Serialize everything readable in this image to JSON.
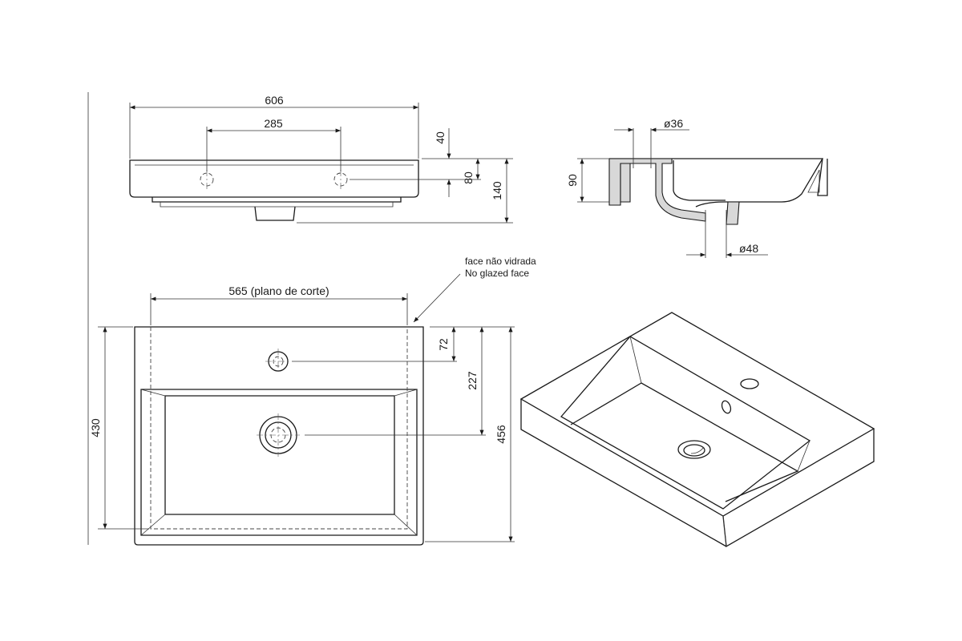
{
  "front_view": {
    "width_dim": "606",
    "holes_dim": "285",
    "rim_dim": "40",
    "hole_height_dim": "80",
    "height_dim": "140"
  },
  "section_view": {
    "overflow_diameter": "ø36",
    "height_dim": "90",
    "waste_diameter": "ø48"
  },
  "plan_view": {
    "cut_width_dim": "565 (plano de corte)",
    "depth_cut_dim": "430",
    "depth_total_dim": "456",
    "tap_offset_dim": "72",
    "waste_offset_dim": "227"
  },
  "note": {
    "line1": "face não vidrada",
    "line2": "No glazed face"
  }
}
